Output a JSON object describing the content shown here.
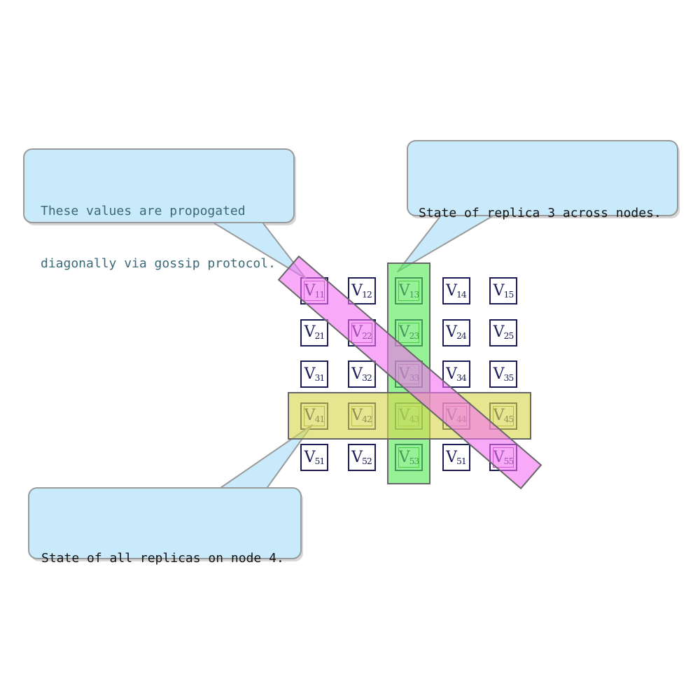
{
  "figure": {
    "description_visible_elements": "5x5 matrix of replica values with three translucent highlight bands and three speech-bubble annotations"
  },
  "colors": {
    "calloutFill": "#c9eafb",
    "calloutBorder": "#9a9a9a",
    "calloutTextTeal": "#3a6878",
    "calloutTextDark": "#141414",
    "green": "#57e857",
    "yellow": "#d6d64e",
    "magenta": "#f470f4",
    "highlightStroke": "#666666",
    "cellBorder": "#1b1b57",
    "cellText": "#1b1b57",
    "innerGreen": "#2d9c2d",
    "innerOlive": "#8f8f2f",
    "innerPurple": "#a040a0",
    "shadow": "#b5b5b5"
  },
  "callouts": [
    {
      "id": "gossip",
      "lines": [
        "These values are propogated",
        "diagonally via gossip protocol."
      ]
    },
    {
      "id": "replica3",
      "lines": [
        "State of replica 3 across nodes."
      ]
    },
    {
      "id": "node4",
      "lines": [
        "State of all replicas on node 4."
      ]
    }
  ],
  "highlights": [
    {
      "id": "diagonal",
      "shape": "rotated-band",
      "color_key": "magenta",
      "meaning": "values propagated diagonally via gossip protocol"
    },
    {
      "id": "column3",
      "shape": "vertical-rect",
      "color_key": "green",
      "meaning": "state of replica 3 across nodes"
    },
    {
      "id": "row4",
      "shape": "horizontal-rect",
      "color_key": "yellow",
      "meaning": "state of all replicas on node 4"
    }
  ],
  "grid": {
    "rows": 5,
    "cols": 5,
    "base": "V",
    "cells": [
      {
        "sub": "11",
        "groups": [
          "diagonal"
        ]
      },
      {
        "sub": "12",
        "groups": []
      },
      {
        "sub": "13",
        "groups": [
          "column3"
        ]
      },
      {
        "sub": "14",
        "groups": []
      },
      {
        "sub": "15",
        "groups": []
      },
      {
        "sub": "21",
        "groups": []
      },
      {
        "sub": "22",
        "groups": [
          "diagonal"
        ]
      },
      {
        "sub": "23",
        "groups": [
          "column3"
        ]
      },
      {
        "sub": "24",
        "groups": []
      },
      {
        "sub": "25",
        "groups": []
      },
      {
        "sub": "31",
        "groups": []
      },
      {
        "sub": "32",
        "groups": []
      },
      {
        "sub": "33",
        "groups": [
          "column3",
          "diagonal"
        ]
      },
      {
        "sub": "34",
        "groups": []
      },
      {
        "sub": "35",
        "groups": []
      },
      {
        "sub": "41",
        "groups": [
          "row4"
        ]
      },
      {
        "sub": "42",
        "groups": [
          "row4"
        ]
      },
      {
        "sub": "43",
        "groups": [
          "row4",
          "column3"
        ]
      },
      {
        "sub": "44",
        "groups": [
          "row4",
          "diagonal"
        ]
      },
      {
        "sub": "45",
        "groups": [
          "row4"
        ]
      },
      {
        "sub": "51",
        "groups": []
      },
      {
        "sub": "52",
        "groups": []
      },
      {
        "sub": "53",
        "groups": [
          "column3"
        ]
      },
      {
        "sub": "51",
        "groups": []
      },
      {
        "sub": "55",
        "groups": [
          "diagonal"
        ]
      }
    ]
  }
}
